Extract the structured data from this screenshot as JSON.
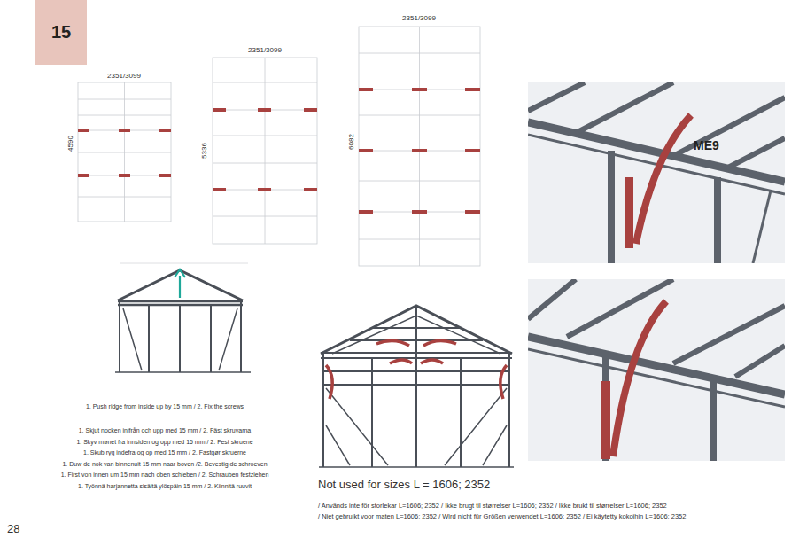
{
  "diagram": {
    "nodes": [
      {
        "text": [
          "15"
        ]
      }
    ],
    "labels": [
      "2351/3099",
      "4590",
      "2351/3099",
      "5336",
      "2351/3099",
      "6082",
      "ME9",
      "1. Push ridge from inside up by 15 mm / 2. Fix the screws",
      "1. Skjut nocken inifrån och upp med 15 mm / 2. Fäst skruvarna",
      "1. Skyv mønet fra innsiden og opp med 15 mm / 2. Fest skruene",
      "1. Skub ryg indefra og op med 15 mm / 2. Fastgør skruerne",
      "1. Duw de nok van binnenuit 15 mm naar boven /2. Bevestig de schroeven",
      "1. First von innen um 15 mm nach oben schieben / 2. Schrauben festziehen",
      "1. Työnnä harjannetta sisältä ylöspäin 15 mm / 2. Kiinnitä ruuvit",
      "Not used for sizes L = 1606; 2352",
      "/ Används inte för storlekar L=1606; 2352 / Ikke brugt til størrelser L=1606; 2352 / Ikke brukt til størrelser L=1606; 2352",
      "/ Niet gebruikt voor maten L=1606; 2352 / Wird nicht für Größen verwendet L=1606; 2352 / Ei käytetty kokoihin L=1606; 2352",
      "28"
    ]
  }
}
